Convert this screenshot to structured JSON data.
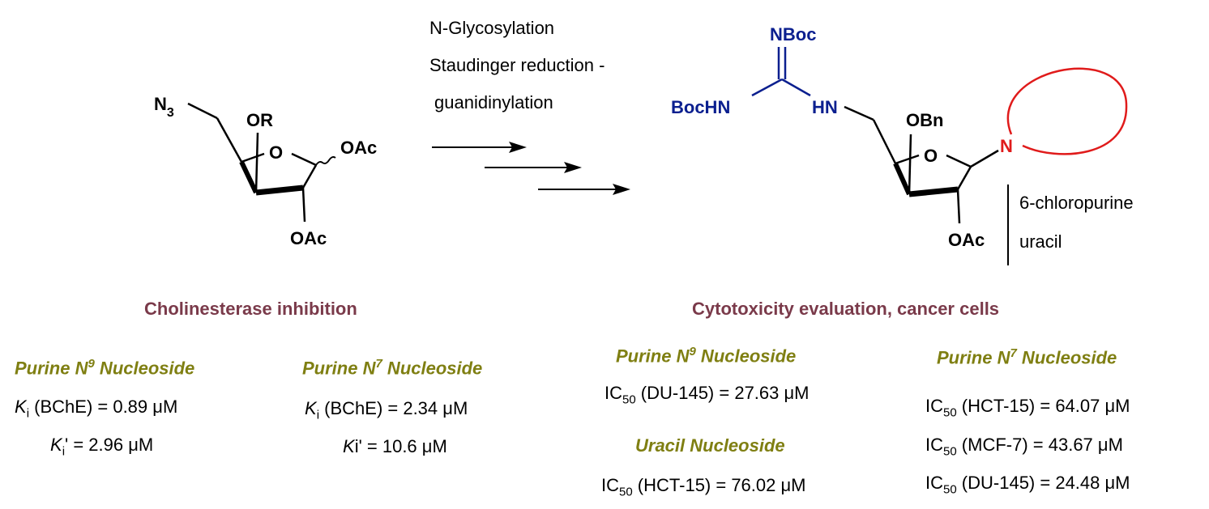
{
  "reactant": {
    "azide": "N",
    "azide_sub": "3",
    "or": "OR",
    "ring_o": "O",
    "oac_anomeric": "OAc",
    "oac_bottom": "OAc"
  },
  "conditions": {
    "line1": "N-Glycosylation",
    "line2": "Staudinger reduction -",
    "line3": "guanidinylation"
  },
  "product": {
    "nboc": "NBoc",
    "bochn": "BocHN",
    "hn": "HN",
    "obn": "OBn",
    "ring_o": "O",
    "n": "N",
    "oac": "OAc",
    "bases": [
      "6-chloropurine",
      "uracil"
    ]
  },
  "cholinesterase": {
    "heading": "Cholinesterase inhibition",
    "n9": {
      "title_pre": "Purine N",
      "title_sup": "9",
      "title_post": " Nucleoside",
      "ki_sym": "K",
      "ki_sub": "i",
      "ki_rest": " (BChE) = 0.89 μM",
      "kip_sym": "K",
      "kip_sub": "i",
      "kip_rest": "' = 2.96 μM"
    },
    "n7": {
      "title_pre": "Purine N",
      "title_sup": "7",
      "title_post": " Nucleoside",
      "ki_sym": "K",
      "ki_sub": "i",
      "ki_rest": " (BChE) = 2.34 μM",
      "kip_sym": "K",
      "kip_rest": "i' = 10.6 μM"
    }
  },
  "cytotoxicity": {
    "heading": "Cytotoxicity evaluation, cancer cells",
    "n9": {
      "title_pre": "Purine N",
      "title_sup": "9",
      "title_post": " Nucleoside",
      "ic_pre": "IC",
      "ic_sub": "50",
      "ic_rest": " (DU-145) = 27.63 μM"
    },
    "uracil": {
      "title": "Uracil Nucleoside",
      "ic_pre": "IC",
      "ic_sub": "50",
      "ic_rest": " (HCT-15) = 76.02 μM"
    },
    "n7": {
      "title_pre": "Purine N",
      "title_sup": "7",
      "title_post": " Nucleoside",
      "rows": [
        {
          "pre": "IC",
          "sub": "50",
          "rest": " (HCT-15) = 64.07 μM"
        },
        {
          "pre": "IC",
          "sub": "50",
          "rest": " (MCF-7) = 43.67 μM"
        },
        {
          "pre": "IC",
          "sub": "50",
          "rest": " (DU-145) = 24.48 μM"
        }
      ]
    }
  },
  "colors": {
    "heading": "#7a3a4a",
    "subhead": "#7f7f12",
    "guanidine": "#0b1f8f",
    "nucleobase": "#e01b1b"
  }
}
